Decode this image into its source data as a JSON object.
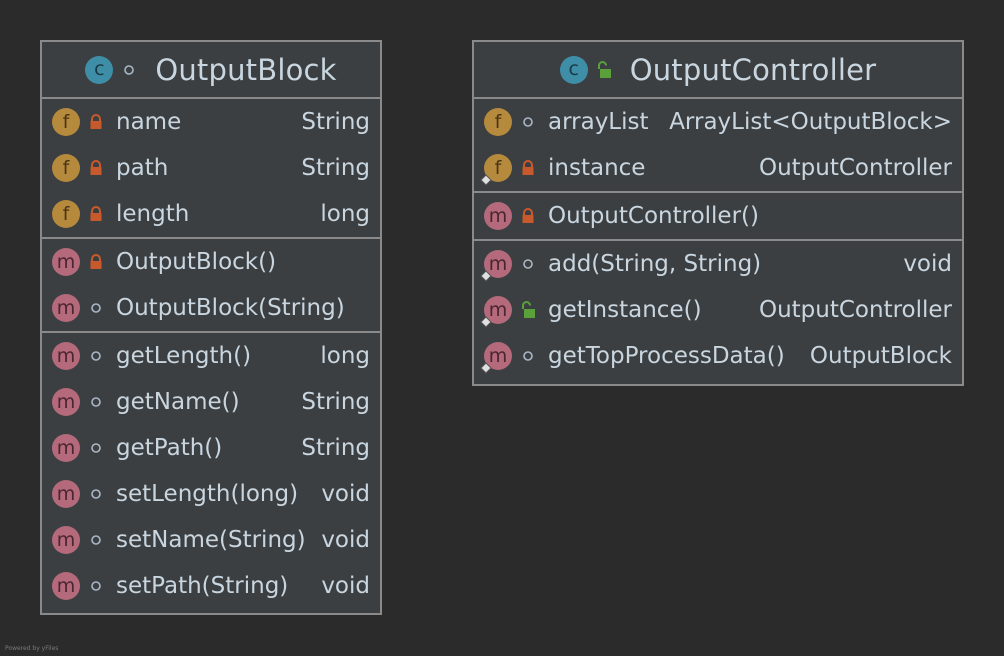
{
  "diagram": {
    "classes": [
      {
        "name": "OutputBlock",
        "kind_letter": "c",
        "visibility": "package",
        "sections": [
          {
            "members": [
              {
                "kind": "f",
                "visibility": "private",
                "name": "name",
                "type": "String"
              },
              {
                "kind": "f",
                "visibility": "private",
                "name": "path",
                "type": "String"
              },
              {
                "kind": "f",
                "visibility": "private",
                "name": "length",
                "type": "long"
              }
            ]
          },
          {
            "members": [
              {
                "kind": "m",
                "visibility": "private",
                "name": "OutputBlock()",
                "type": ""
              },
              {
                "kind": "m",
                "visibility": "package",
                "name": "OutputBlock(String)",
                "type": ""
              }
            ]
          },
          {
            "members": [
              {
                "kind": "m",
                "visibility": "package",
                "name": "getLength()",
                "type": "long"
              },
              {
                "kind": "m",
                "visibility": "package",
                "name": "getName()",
                "type": "String"
              },
              {
                "kind": "m",
                "visibility": "package",
                "name": "getPath()",
                "type": "String"
              },
              {
                "kind": "m",
                "visibility": "package",
                "name": "setLength(long)",
                "type": "void"
              },
              {
                "kind": "m",
                "visibility": "package",
                "name": "setName(String)",
                "type": "void"
              },
              {
                "kind": "m",
                "visibility": "package",
                "name": "setPath(String)",
                "type": "void"
              }
            ]
          }
        ]
      },
      {
        "name": "OutputController",
        "kind_letter": "c",
        "visibility": "public",
        "sections": [
          {
            "members": [
              {
                "kind": "f",
                "visibility": "package",
                "name": "arrayList",
                "type": "ArrayList<OutputBlock>",
                "static": false
              },
              {
                "kind": "f",
                "visibility": "private",
                "name": "instance",
                "type": "OutputController",
                "static": true
              }
            ]
          },
          {
            "members": [
              {
                "kind": "m",
                "visibility": "private",
                "name": "OutputController()",
                "type": "",
                "static": false
              }
            ]
          },
          {
            "members": [
              {
                "kind": "m",
                "visibility": "package",
                "name": "add(String, String)",
                "type": "void",
                "static": true
              },
              {
                "kind": "m",
                "visibility": "public",
                "name": "getInstance()",
                "type": "OutputController",
                "static": true
              },
              {
                "kind": "m",
                "visibility": "package",
                "name": "getTopProcessData()",
                "type": "OutputBlock",
                "static": true
              }
            ]
          }
        ]
      }
    ],
    "footer": "Powered by yFiles"
  },
  "colors": {
    "background": "#2b2b2b",
    "box_fill": "#3c3f41",
    "border": "#8a8a8a",
    "text": "#c9d6e0",
    "class_icon": "#3f8ea8",
    "field_icon": "#b58a3c",
    "method_icon": "#b56a7c",
    "private_lock": "#c75a2c",
    "public_lock": "#5aa13c"
  },
  "icons": {
    "private": "lock-closed-icon",
    "public": "lock-open-icon",
    "package": "circle-dot-icon",
    "static": "static-pin-icon"
  }
}
